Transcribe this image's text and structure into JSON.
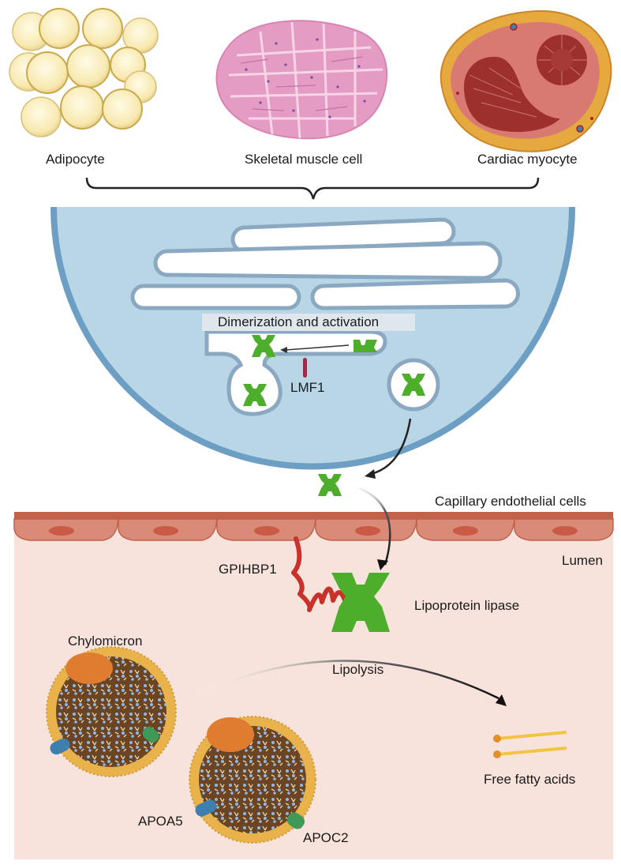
{
  "top_cells": {
    "adipocyte": "Adipocyte",
    "skeletal": "Skeletal muscle cell",
    "cardiac": "Cardiac myocyte"
  },
  "cell": {
    "dimerization": "Dimerization and activation",
    "lmf1": "LMF1"
  },
  "vessel": {
    "endothelial": "Capillary endothelial cells",
    "lumen": "Lumen",
    "gpihbp1": "GPIHBP1",
    "lpl": "Lipoprotein lipase",
    "chylomicron": "Chylomicron",
    "lipolysis": "Lipolysis",
    "ffa": "Free fatty acids",
    "apoa5": "APOA5",
    "apoc2": "APOC2"
  },
  "colors": {
    "lpl_green": "#4cae2b",
    "cell_blue": "#b9d6e6",
    "membrane_blue": "#6d9fc4",
    "endothelium": "#d98b78",
    "lumen_bg": "#f8e3dc",
    "gpihbp1_red": "#c8322b",
    "lmf1_maroon": "#9b2d4a",
    "apoa5_blue": "#3d7fae",
    "apoc2_green": "#3f9a5a",
    "core_brown": "#6a4423",
    "phospholipid_gold": "#e2a33a"
  }
}
